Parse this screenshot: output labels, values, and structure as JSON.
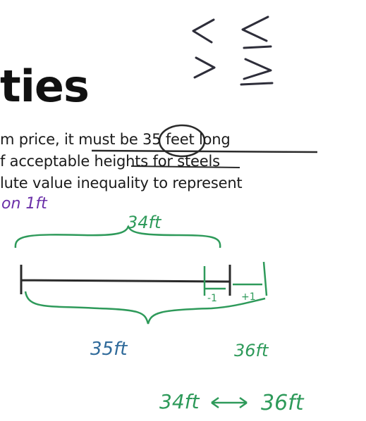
{
  "heading": "ties",
  "text_lines": [
    "m price, it must be 35 feet long",
    "f acceptable heights for steels",
    "lute value inequality to represent"
  ],
  "handwriting": {
    "symbols": [
      "<",
      "≤",
      ">",
      "≥"
    ],
    "note_top": "on 1ft",
    "label_34ft_top": "34ft",
    "label_minus1": "-1",
    "label_plus1": "+1",
    "label_35ft": "35ft",
    "label_36ft": "36ft",
    "range_left": "34ft",
    "range_right": "36ft"
  },
  "colors": {
    "text": "#1b1b1b",
    "black_ink": "#2a2a2a",
    "purple_ink": "#6a2fa8",
    "green_ink": "#2e9a5a",
    "blue_ink": "#2f6a9a"
  }
}
